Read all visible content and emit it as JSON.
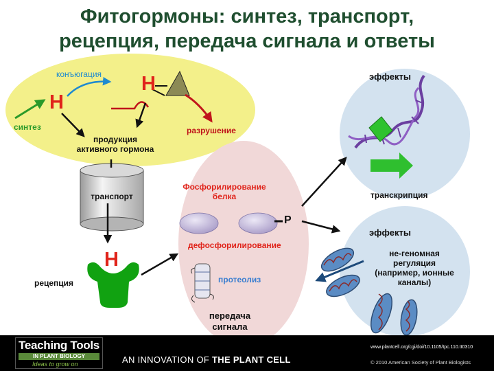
{
  "title_line1": "Фитогормоны: синтез, транспорт,",
  "title_line2": "рецепция, передача сигнала и ответы",
  "labels": {
    "conjugation": "конъюгация",
    "synthesis": "синтез",
    "production_line1": "продукция",
    "production_line2": "активного гормона",
    "degradation": "разрушение",
    "transport": "транспорт",
    "reception": "рецепция",
    "phosphorylation_line1": "Фосфорилирование",
    "phosphorylation_line2": "белка",
    "dephosphorylation": "дефосфорилирование",
    "proteolysis": "протеолиз",
    "signal_line1": "передача",
    "signal_line2": "сигнала",
    "effects_top": "эффекты",
    "transcription": "транскрипция",
    "effects_bottom": "эффекты",
    "nongenomic_line1": "не-геномная",
    "nongenomic_line2": "регуляция",
    "nongenomic_line3": "(например, ионные",
    "nongenomic_line4": "каналы)",
    "hormone_symbol": "H",
    "phosphate_symbol": "P"
  },
  "footer": {
    "logo_line1": "Teaching Tools",
    "logo_line2": "IN PLANT BIOLOGY",
    "logo_line3": "Ideas to grow on",
    "innovation_prefix": "AN INNOVATION OF ",
    "innovation_brand": "THE PLANT CELL",
    "citation": "www.plantcell.org/cgi/doi/10.1105/tpc.110.tt0310",
    "copyright": "© 2010 American Society of Plant Biologists"
  },
  "colors": {
    "title": "#1f4e2f",
    "hormone_red": "#e0241b",
    "synthesis_zone": "#f3f08a",
    "signal_zone": "#f1d8d8",
    "effects_zone": "#d3e2ef",
    "arrow_dark": "#111111",
    "arrow_green": "#2a9a2a",
    "arrow_blue": "#1e8ad0",
    "arrow_red": "#c0141b",
    "receptor_green": "#11a211"
  }
}
